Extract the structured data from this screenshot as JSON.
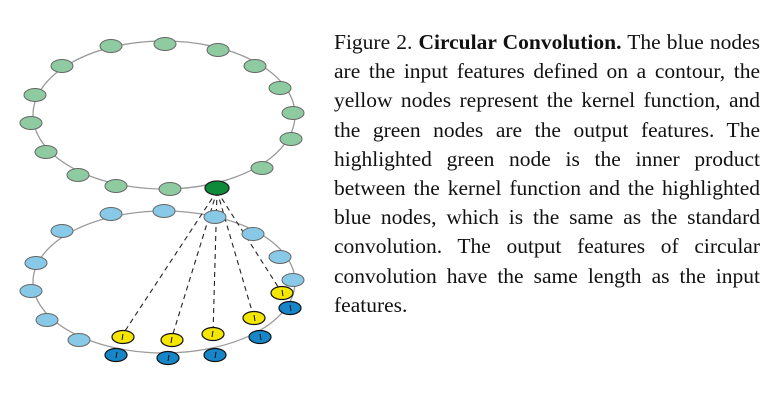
{
  "caption": {
    "prefix": "Figure 2.",
    "title": "Circular Convolution.",
    "body": "The blue nodes are the input features defined on a contour, the yellow nodes repre­sent the kernel function, and the green nodes are the output features. The high­lighted green node is the inner product between the kernel function and the high­lighted blue nodes, which is the same as the standard convolution. The output features of circular convolution have the same length as the input features."
  },
  "colors": {
    "output_node": "#8fcba0",
    "highlighted_output_node": "#0e8a3a",
    "input_node": "#87c9e6",
    "highlighted_input_node": "#1686c8",
    "kernel_node": "#f5e600",
    "contour": "#9a9a9a",
    "node_stroke": "#555555"
  }
}
